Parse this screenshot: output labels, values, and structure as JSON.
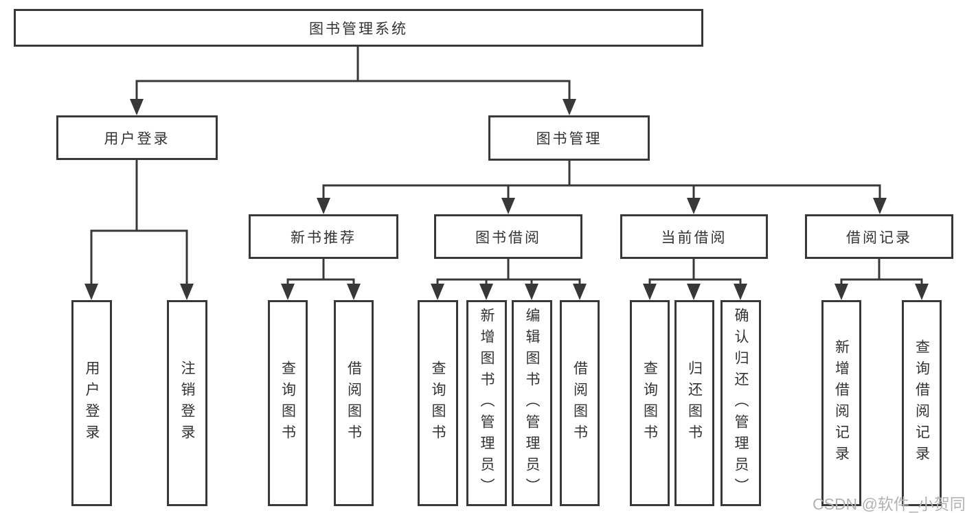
{
  "diagram_title": "图书管理系统",
  "tree": {
    "label": "图书管理系统",
    "children": [
      {
        "label": "用户登录",
        "children": [
          {
            "label": "用户登录"
          },
          {
            "label": "注销登录"
          }
        ]
      },
      {
        "label": "图书管理",
        "children": [
          {
            "label": "新书推荐",
            "children": [
              {
                "label": "查询图书"
              },
              {
                "label": "借阅图书"
              }
            ]
          },
          {
            "label": "图书借阅",
            "children": [
              {
                "label": "查询图书"
              },
              {
                "label": "新增图书（管理员）"
              },
              {
                "label": "编辑图书（管理员）"
              },
              {
                "label": "借阅图书"
              }
            ]
          },
          {
            "label": "当前借阅",
            "children": [
              {
                "label": "查询图书"
              },
              {
                "label": "归还图书"
              },
              {
                "label": "确认归还（管理员）"
              }
            ]
          },
          {
            "label": "借阅记录",
            "children": [
              {
                "label": "新增借阅记录"
              },
              {
                "label": "查询借阅记录"
              }
            ]
          }
        ]
      }
    ]
  },
  "watermark": "CSDN @软件_小贺同学",
  "colors": {
    "line": "#383838",
    "text": "#333333",
    "background": "#ffffff",
    "watermark": "#b2b2b2"
  }
}
